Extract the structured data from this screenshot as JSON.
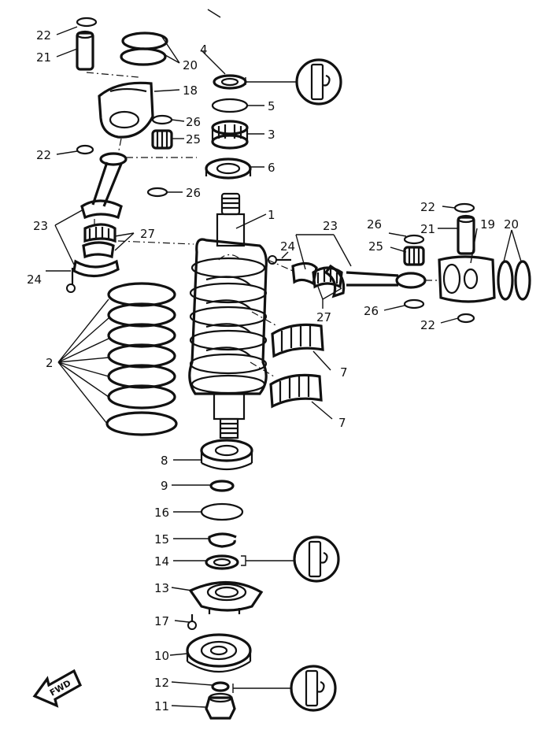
{
  "colors": {
    "ink": "#111111",
    "paper": "#ffffff"
  },
  "fwd_label": "FWD",
  "labels": {
    "l1": "1",
    "l2": "2",
    "l3": "3",
    "l4": "4",
    "l5": "5",
    "l6": "6",
    "l7a": "7",
    "l7b": "7",
    "l8": "8",
    "l9": "9",
    "l10": "10",
    "l11": "11",
    "l12": "12",
    "l13": "13",
    "l14": "14",
    "l15": "15",
    "l16": "16",
    "l17": "17",
    "l18": "18",
    "l19": "19",
    "l20a": "20",
    "l20b": "20",
    "l21a": "21",
    "l21b": "21",
    "l22a": "22",
    "l22b": "22",
    "l22c": "22",
    "l22d": "22",
    "l23a": "23",
    "l23b": "23",
    "l24a": "24",
    "l24b": "24",
    "l25a": "25",
    "l25b": "25",
    "l26a": "26",
    "l26b": "26",
    "l26c": "26",
    "l26d": "26",
    "l27a": "27",
    "l27b": "27"
  },
  "icons": {
    "grease_callouts": [
      "grease-tube-icon",
      "grease-tube-icon",
      "grease-tube-icon"
    ]
  }
}
